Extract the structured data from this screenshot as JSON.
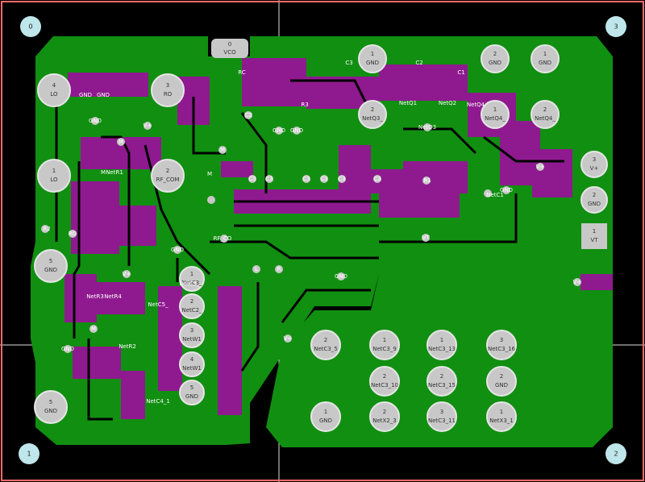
{
  "colors": {
    "background": "#000000",
    "outline": "#ff6b6b",
    "copper_top": "#118f11",
    "copper_bottom": "#8f1a8f",
    "pad": "#c8c8c8",
    "pad_ring": "#e6e6e6",
    "pad_text": "#333333",
    "label": "#ffffff",
    "corner_marker": "#bfe6ea",
    "crosshair": "#e0e0e0"
  },
  "corners": [
    {
      "id": "corner-0",
      "label": "0"
    },
    {
      "id": "corner-1",
      "label": "1"
    },
    {
      "id": "corner-2",
      "label": "2"
    },
    {
      "id": "corner-3",
      "label": "3"
    }
  ],
  "pads": [
    {
      "num": "0",
      "net": "VCO"
    },
    {
      "num": "4",
      "net": "LO"
    },
    {
      "num": "3",
      "net": "RO"
    },
    {
      "num": "1",
      "net": "LO"
    },
    {
      "num": "2",
      "net": "RF_COM"
    },
    {
      "num": "5",
      "net": "GND"
    },
    {
      "num": "5",
      "net": "GND"
    },
    {
      "num": "1",
      "net": "GND"
    },
    {
      "num": "2",
      "net": "GND"
    },
    {
      "num": "1",
      "net": "GND"
    },
    {
      "num": "2",
      "net": "NetQ3_"
    },
    {
      "num": "1",
      "net": "NetQ4_"
    },
    {
      "num": "2",
      "net": "NetQ4_"
    },
    {
      "num": "3",
      "net": "V+"
    },
    {
      "num": "2",
      "net": "GND"
    },
    {
      "num": "1",
      "net": "VT"
    },
    {
      "num": "1",
      "net": "NetC3_"
    },
    {
      "num": "2",
      "net": "NetC2_"
    },
    {
      "num": "3",
      "net": "NetW1"
    },
    {
      "num": "4",
      "net": "NetW1"
    },
    {
      "num": "5",
      "net": "GND"
    },
    {
      "num": "2",
      "net": "NetC3_5"
    },
    {
      "num": "1",
      "net": "NetC3_9"
    },
    {
      "num": "1",
      "net": "NetC3_13"
    },
    {
      "num": "3",
      "net": "NetC3_16"
    },
    {
      "num": "2",
      "net": "NetC3_10"
    },
    {
      "num": "2",
      "net": "NetC3_15"
    },
    {
      "num": "2",
      "net": "GND"
    },
    {
      "num": "1",
      "net": "GND"
    },
    {
      "num": "2",
      "net": "NetX2_3"
    },
    {
      "num": "3",
      "net": "NetC3_11"
    },
    {
      "num": "1",
      "net": "NetX3_1"
    }
  ],
  "labels": [
    "GND",
    "GND",
    "GND",
    "GND",
    "V+",
    "V+",
    "V+",
    "V+",
    "V+",
    "M",
    "M",
    "M",
    "M",
    "M",
    "RO",
    "R2",
    "R1",
    "RC",
    "L",
    "R",
    "VT",
    "NetC3_",
    "NetR3",
    "NetR4",
    "NetR1",
    "NetR2",
    "NetC5_",
    "NetC4_1",
    "C3",
    "C3",
    "C3",
    "C3",
    "C3",
    "C3",
    "C2",
    "C3",
    "RF_CO",
    "NetC1",
    "NetQ3",
    "NetQ4",
    "NetQ1",
    "NetQ2",
    "R3",
    "C2",
    "C1",
    "GND",
    "GND",
    "GND",
    "GND",
    "GND"
  ]
}
